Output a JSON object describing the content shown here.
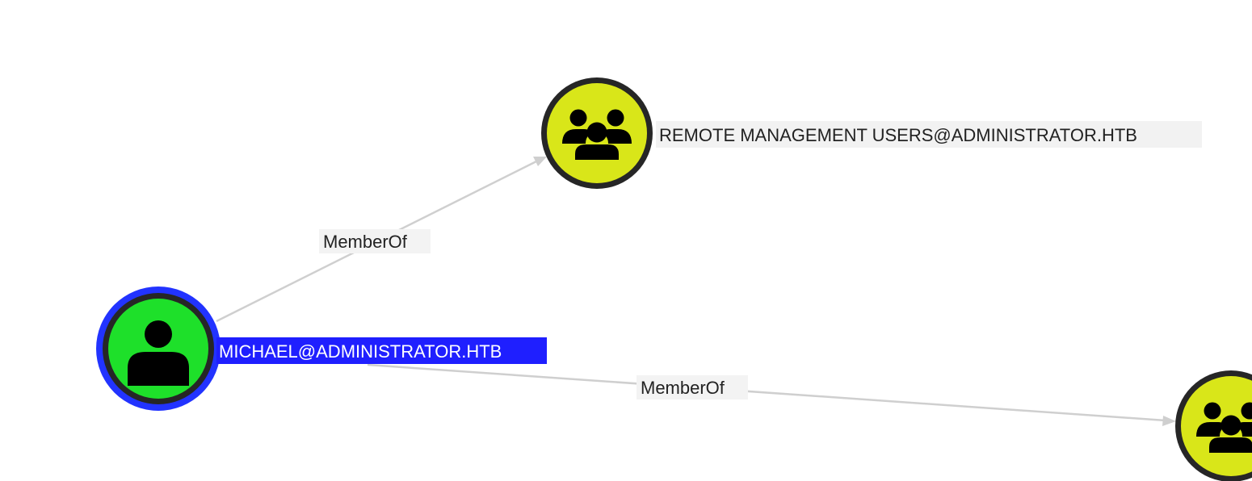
{
  "graph": {
    "nodes": [
      {
        "id": "michael",
        "type": "user",
        "label": "MICHAEL@ADMINISTRATOR.HTB",
        "selected": true,
        "fill_color": "#1ee02a",
        "highlight_color": "#2233ff",
        "icon": "user-icon"
      },
      {
        "id": "remote-mgmt",
        "type": "group",
        "label": "REMOTE MANAGEMENT USERS@ADMINISTRATOR.HTB",
        "selected": false,
        "fill_color": "#d9e619",
        "icon": "group-icon"
      },
      {
        "id": "group-offscreen",
        "type": "group",
        "label": "",
        "selected": false,
        "fill_color": "#d9e619",
        "icon": "group-icon"
      }
    ],
    "edges": [
      {
        "from": "michael",
        "to": "remote-mgmt",
        "label": "MemberOf"
      },
      {
        "from": "michael",
        "to": "group-offscreen",
        "label": "MemberOf"
      }
    ],
    "edge_color": "#cfcfcf"
  }
}
